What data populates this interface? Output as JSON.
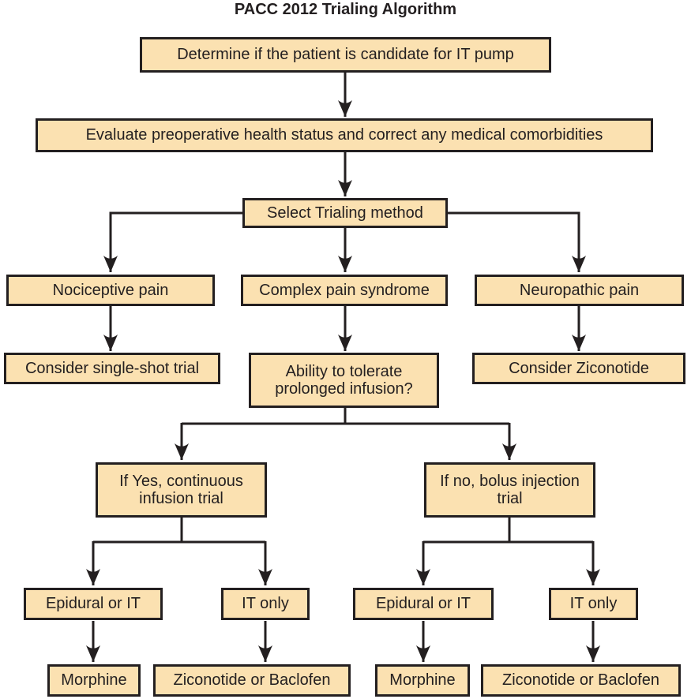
{
  "figure": {
    "title": "PACC 2012 Trialing Algorithm"
  },
  "colors": {
    "box_fill": "#FBE1B1",
    "box_border": "#231F20",
    "connector_line": "#231F20",
    "text": "#231F20",
    "background": "#FFFFFF"
  },
  "nodes": {
    "determine": {
      "label": "Determine if the patient is candidate for IT pump"
    },
    "evaluate": {
      "label": "Evaluate preoperative health status and correct any medical comorbidities"
    },
    "select": {
      "label": "Select Trialing method"
    },
    "nociceptive": {
      "label": "Nociceptive pain"
    },
    "complex": {
      "label": "Complex pain syndrome"
    },
    "neuropathic": {
      "label": "Neuropathic pain"
    },
    "single_shot": {
      "label": "Consider single-shot trial"
    },
    "ability": {
      "label": "Ability to tolerate prolonged infusion?"
    },
    "consider_ziconotide": {
      "label": "Consider Ziconotide"
    },
    "if_yes": {
      "label": "If Yes, continuous infusion trial"
    },
    "if_no": {
      "label": "If no, bolus injection trial"
    },
    "epidural_left": {
      "label": "Epidural or IT"
    },
    "it_only_left": {
      "label": "IT only"
    },
    "epidural_right": {
      "label": "Epidural or IT"
    },
    "it_only_right": {
      "label": "IT only"
    },
    "morphine_left": {
      "label": "Morphine"
    },
    "ziconotide_baclofen_left": {
      "label": "Ziconotide or Baclofen"
    },
    "morphine_right": {
      "label": "Morphine"
    },
    "ziconotide_baclofen_right": {
      "label": "Ziconotide or Baclofen"
    }
  }
}
